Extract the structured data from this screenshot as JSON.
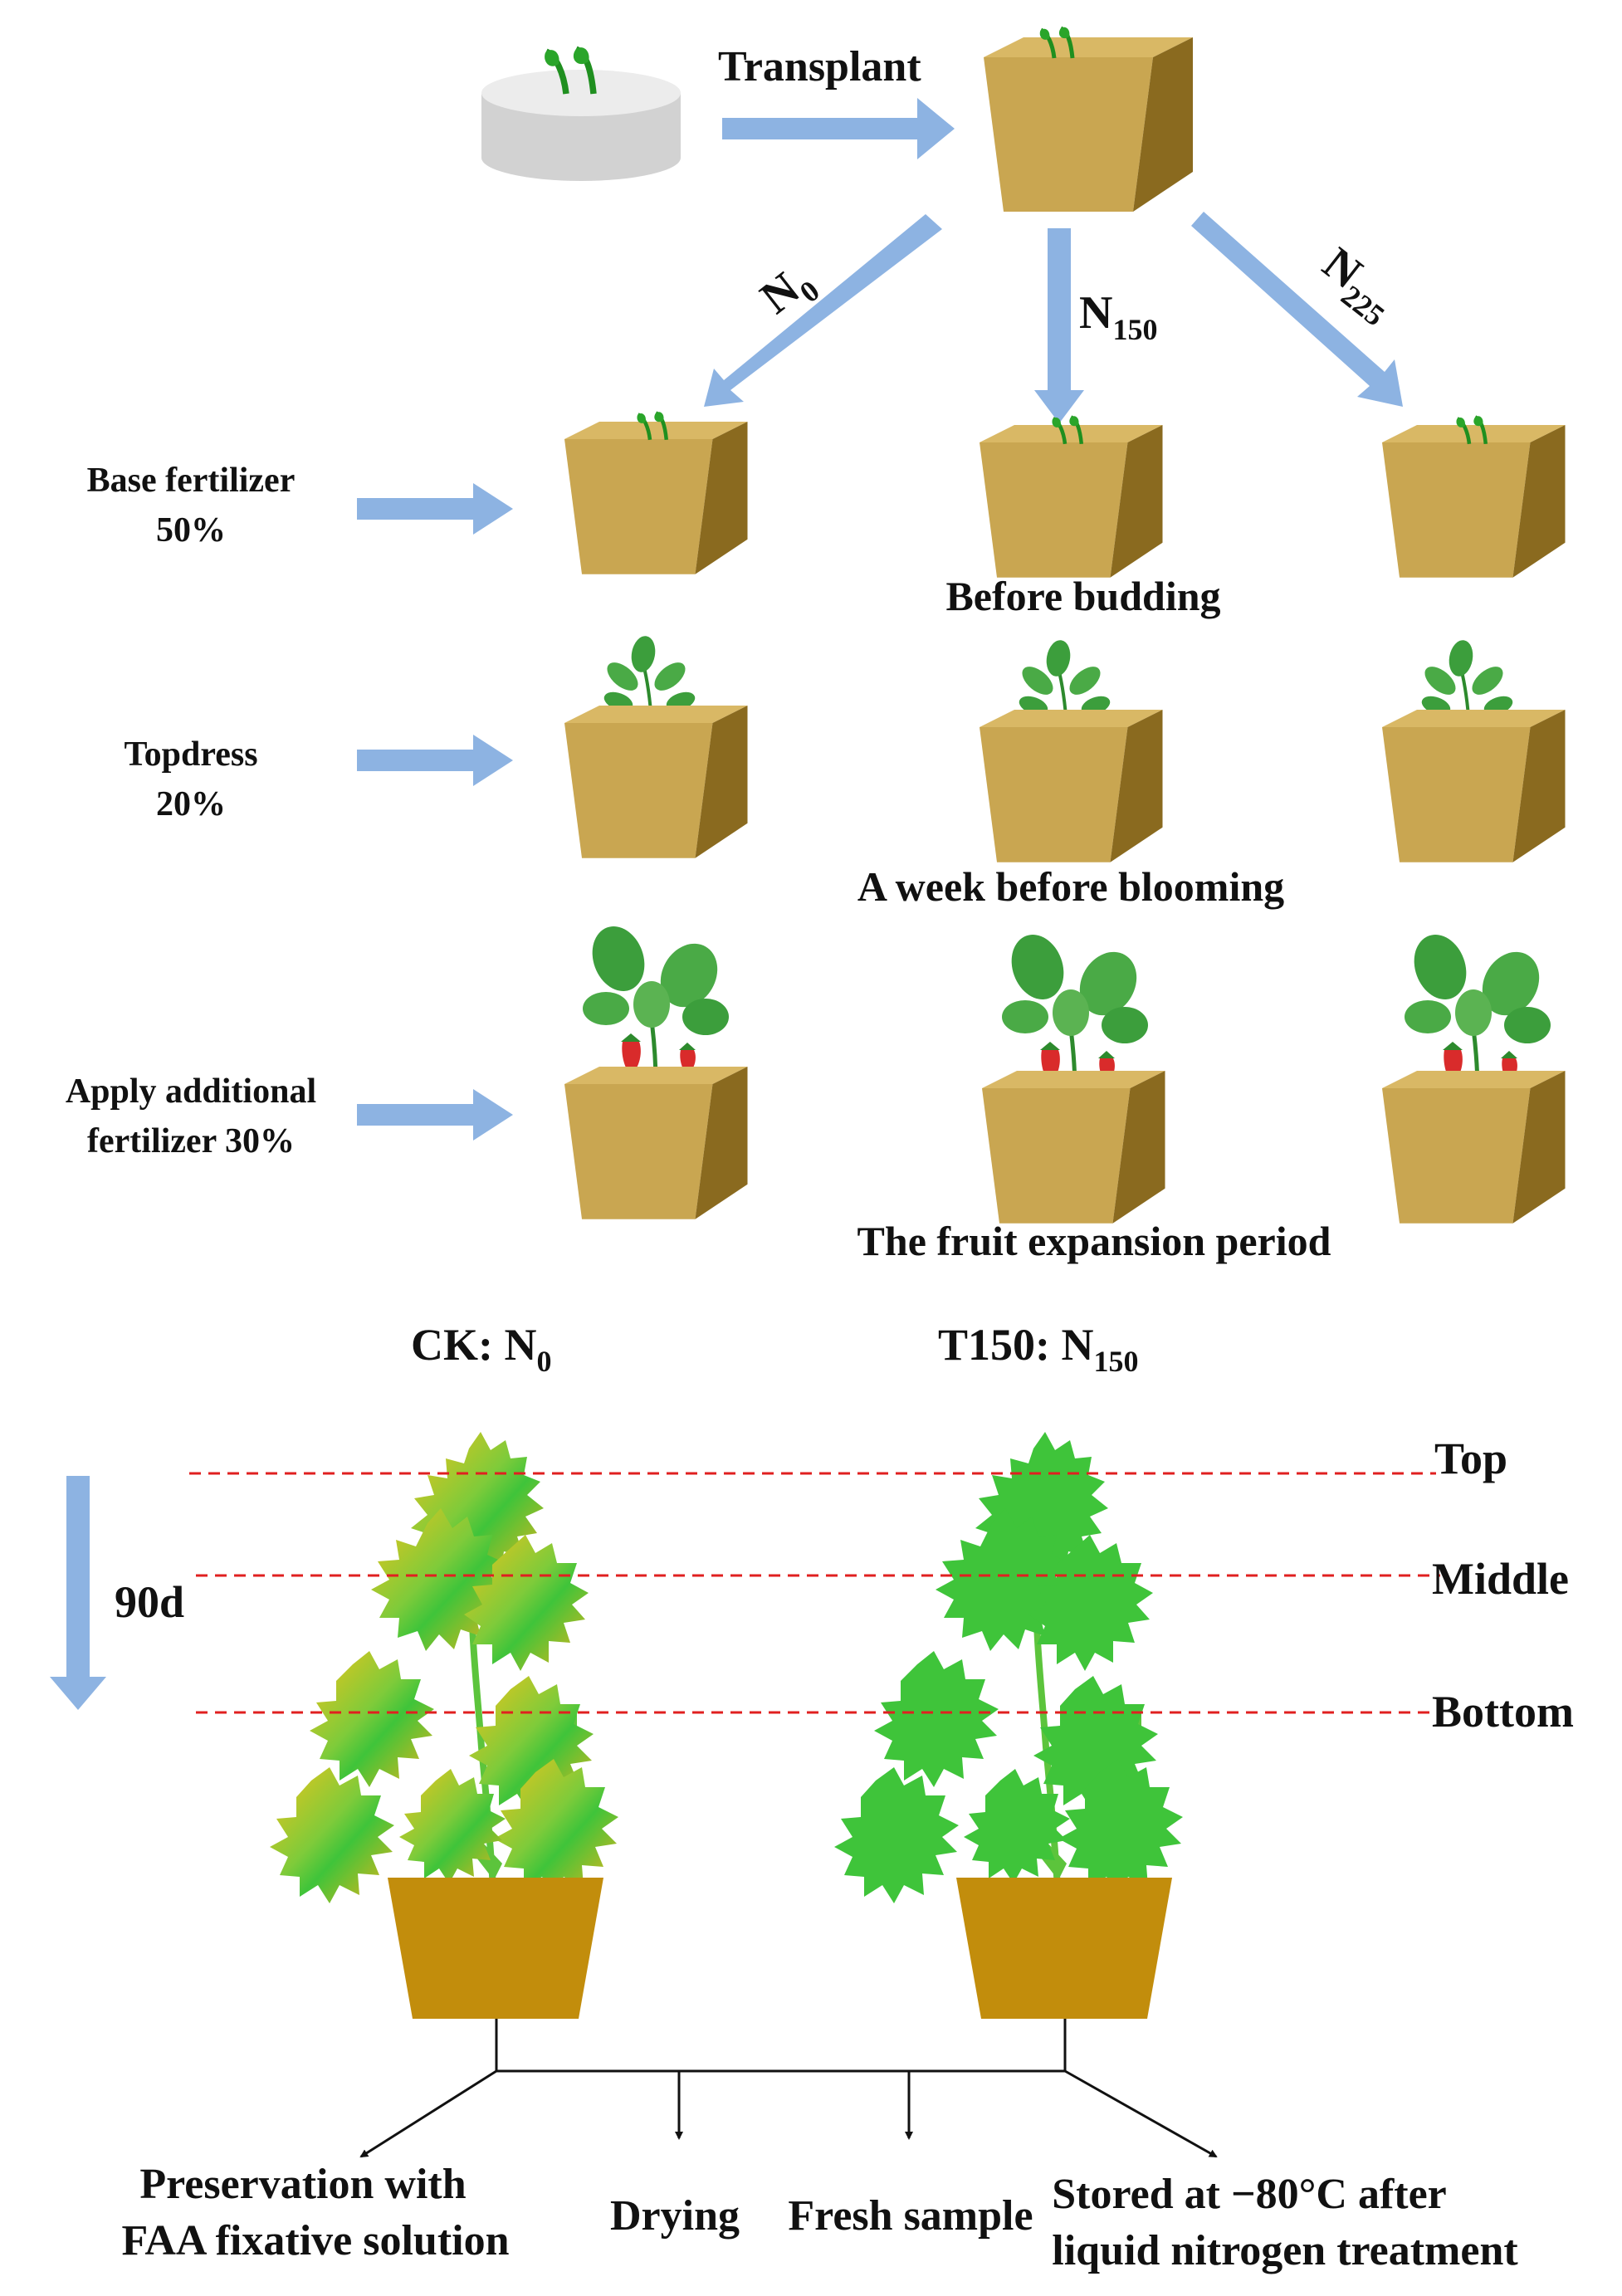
{
  "colors": {
    "arrow": "#8db3e2",
    "pot_front": "#c9a651",
    "pot_side": "#8a6a1f",
    "plain_pot": "#c28d0c",
    "leaf_green": "#3fc43a",
    "leaf_yellow": "#f0c419",
    "guide_line": "#e02020",
    "strawberry": "#d92b2b"
  },
  "icons": {
    "dish": "petri-dish-icon",
    "seedling": "seedling-icon",
    "strawberry": "strawberry-icon"
  },
  "top": {
    "transplant": "Transplant",
    "treatments": {
      "n0_main": "N",
      "n0_sub": "0",
      "n150_main": "N",
      "n150_sub": "150",
      "n225_main": "N",
      "n225_sub": "225"
    }
  },
  "stages": [
    {
      "fertilizer_line1": "Base fertilizer",
      "fertilizer_line2": "50%",
      "period": "Before budding"
    },
    {
      "fertilizer_line1": "Topdress",
      "fertilizer_line2": "20%",
      "period": "A week before blooming"
    },
    {
      "fertilizer_line1": "Apply additional",
      "fertilizer_line2": "fertilizer  30%",
      "period": "The fruit expansion period"
    }
  ],
  "bottom": {
    "ck_label": "CK: N",
    "ck_sub": "0",
    "t150_label": "T150: N",
    "t150_sub": "150",
    "duration": "90d",
    "levels": [
      "Top",
      "Middle",
      "Bottom"
    ],
    "outcomes": [
      {
        "line1": "Preservation with",
        "line2": "FAA fixative solution"
      },
      {
        "line1": "Drying",
        "line2": ""
      },
      {
        "line1": "Fresh sample",
        "line2": ""
      },
      {
        "line1": "Stored at −80°C after",
        "line2": "liquid nitrogen treatment"
      }
    ]
  }
}
